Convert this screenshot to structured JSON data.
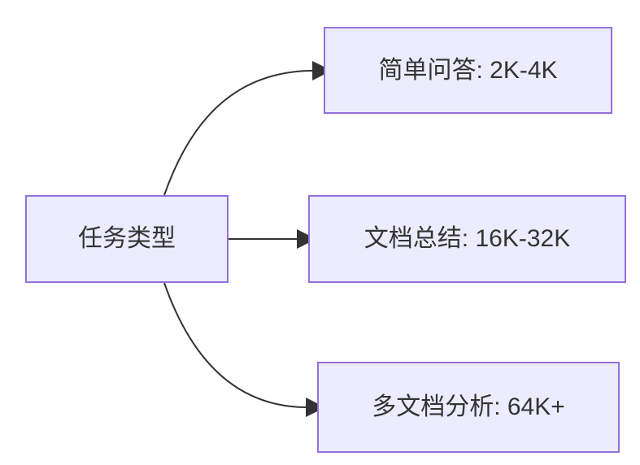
{
  "diagram": {
    "type": "flowchart",
    "direction": "left-to-right",
    "background": "#FFFFFF",
    "colors": {
      "node_fill": "#ECECFF",
      "node_border": "#9370DB",
      "node_text": "#333333",
      "edge_stroke": "#333333"
    },
    "nodes": [
      {
        "id": "task-type",
        "label": "任务类型"
      },
      {
        "id": "simple-qa",
        "label": "简单问答: 2K-4K"
      },
      {
        "id": "doc-summary",
        "label": "文档总结: 16K-32K"
      },
      {
        "id": "multi-doc",
        "label": "多文档分析: 64K+"
      }
    ],
    "edges": [
      {
        "from": "task-type",
        "to": "simple-qa",
        "style": "curved-up"
      },
      {
        "from": "task-type",
        "to": "doc-summary",
        "style": "straight"
      },
      {
        "from": "task-type",
        "to": "multi-doc",
        "style": "curved-down"
      }
    ]
  }
}
